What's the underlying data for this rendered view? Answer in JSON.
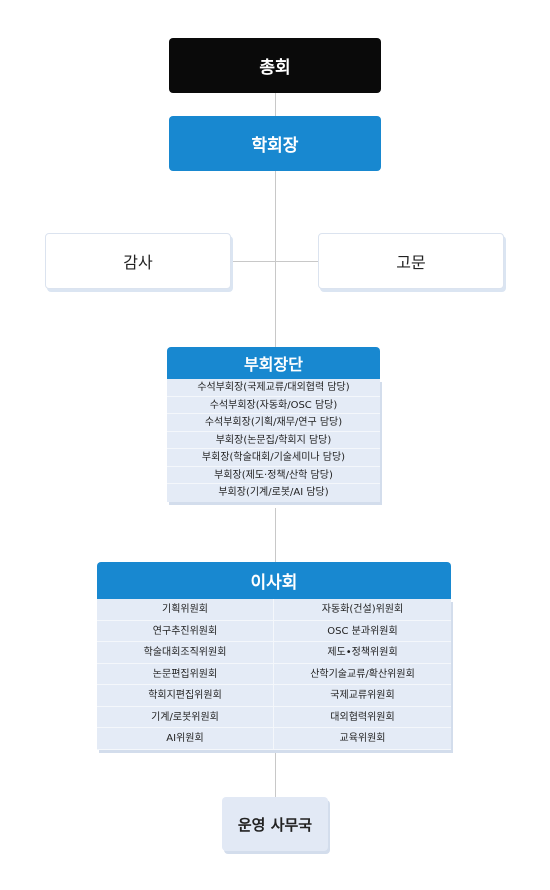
{
  "org": {
    "general_assembly": "총회",
    "president": "학회장",
    "auditor": "감사",
    "advisor": "고문",
    "vice_presidents": {
      "title": "부회장단",
      "members": [
        "수석부회장(국제교류/대외협력 담당)",
        "수석부회장(자동화/OSC 담당)",
        "수석부회장(기획/재무/연구 담당)",
        "부회장(논문집/학회지 담당)",
        "부회장(학술대회/기술세미나 담당)",
        "부회장(제도·정책/산학 담당)",
        "부회장(기계/로봇/AI 담당)"
      ]
    },
    "board": {
      "title": "이사회",
      "committees": [
        "기획위원회",
        "자동화(건설)위원회",
        "연구추진위원회",
        "OSC 분과위원회",
        "학술대회조직위원회",
        "제도•정책위원회",
        "논문편집위원회",
        "산학기술교류/확산위원회",
        "학회지편집위원회",
        "국제교류위원회",
        "기계/로봇위원회",
        "대외협력위원회",
        "AI위원회",
        "교육위원회"
      ]
    },
    "secretariat": "운영 사무국"
  }
}
